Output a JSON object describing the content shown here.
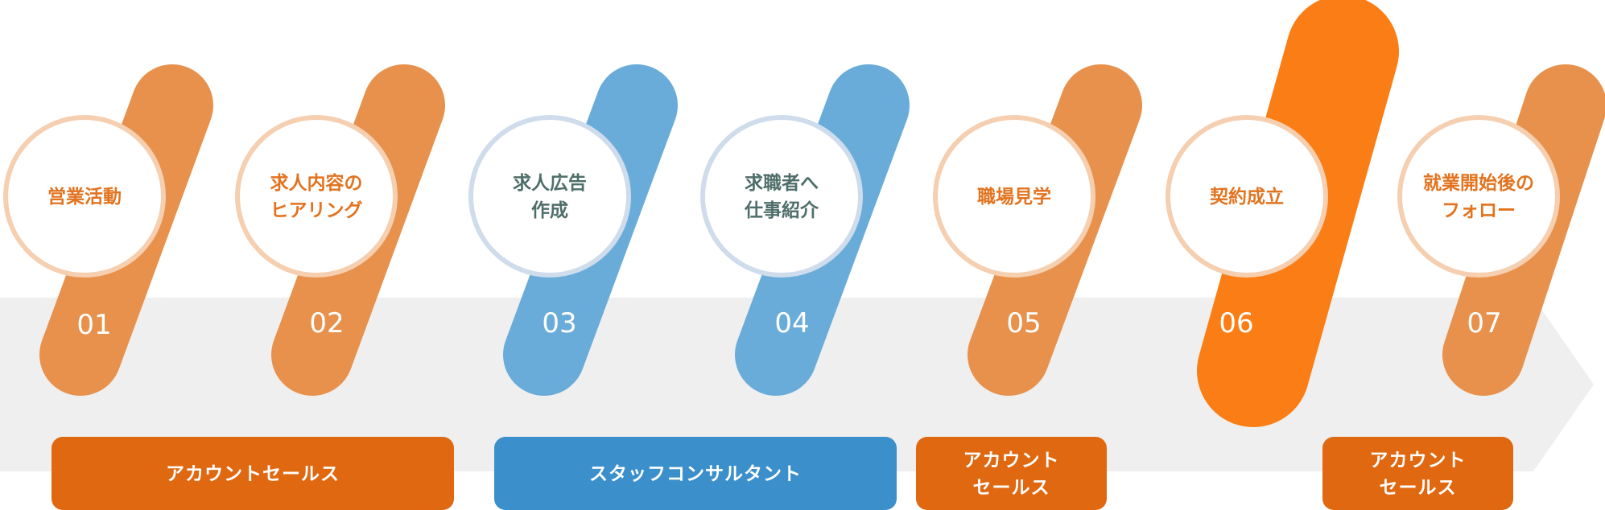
{
  "colors": {
    "orange": "#e8914c",
    "orange_dark": "#df6811",
    "orange_highlight": "#fb7d15",
    "blue": "#6aacd9",
    "blue_dark": "#3b8fcb",
    "arrow": "#efefef",
    "orange_text": "#e2731f",
    "blue_text": "#4e6e6a",
    "orange_ring": "#f5cfb0",
    "blue_ring": "#cfdcec"
  },
  "steps": [
    {
      "number": "01",
      "lines": [
        "営業活動"
      ],
      "theme": "orange",
      "highlight": false
    },
    {
      "number": "02",
      "lines": [
        "求人内容の",
        "ヒアリング"
      ],
      "theme": "orange",
      "highlight": false
    },
    {
      "number": "03",
      "lines": [
        "求人広告",
        "作成"
      ],
      "theme": "blue",
      "highlight": false
    },
    {
      "number": "04",
      "lines": [
        "求職者へ",
        "仕事紹介"
      ],
      "theme": "blue",
      "highlight": false
    },
    {
      "number": "05",
      "lines": [
        "職場見学"
      ],
      "theme": "orange",
      "highlight": false
    },
    {
      "number": "06",
      "lines": [
        "契約成立"
      ],
      "theme": "orange",
      "highlight": true
    },
    {
      "number": "07",
      "lines": [
        "就業開始後の",
        "フォロー"
      ],
      "theme": "orange",
      "highlight": false
    }
  ],
  "roles": [
    {
      "lines": [
        "アカウントセールス"
      ],
      "theme": "orange"
    },
    {
      "lines": [
        "スタッフコンサルタント"
      ],
      "theme": "blue"
    },
    {
      "lines": [
        "アカウント",
        "セールス"
      ],
      "theme": "orange"
    },
    {
      "lines": [
        "アカウント",
        "セールス"
      ],
      "theme": "orange"
    }
  ]
}
